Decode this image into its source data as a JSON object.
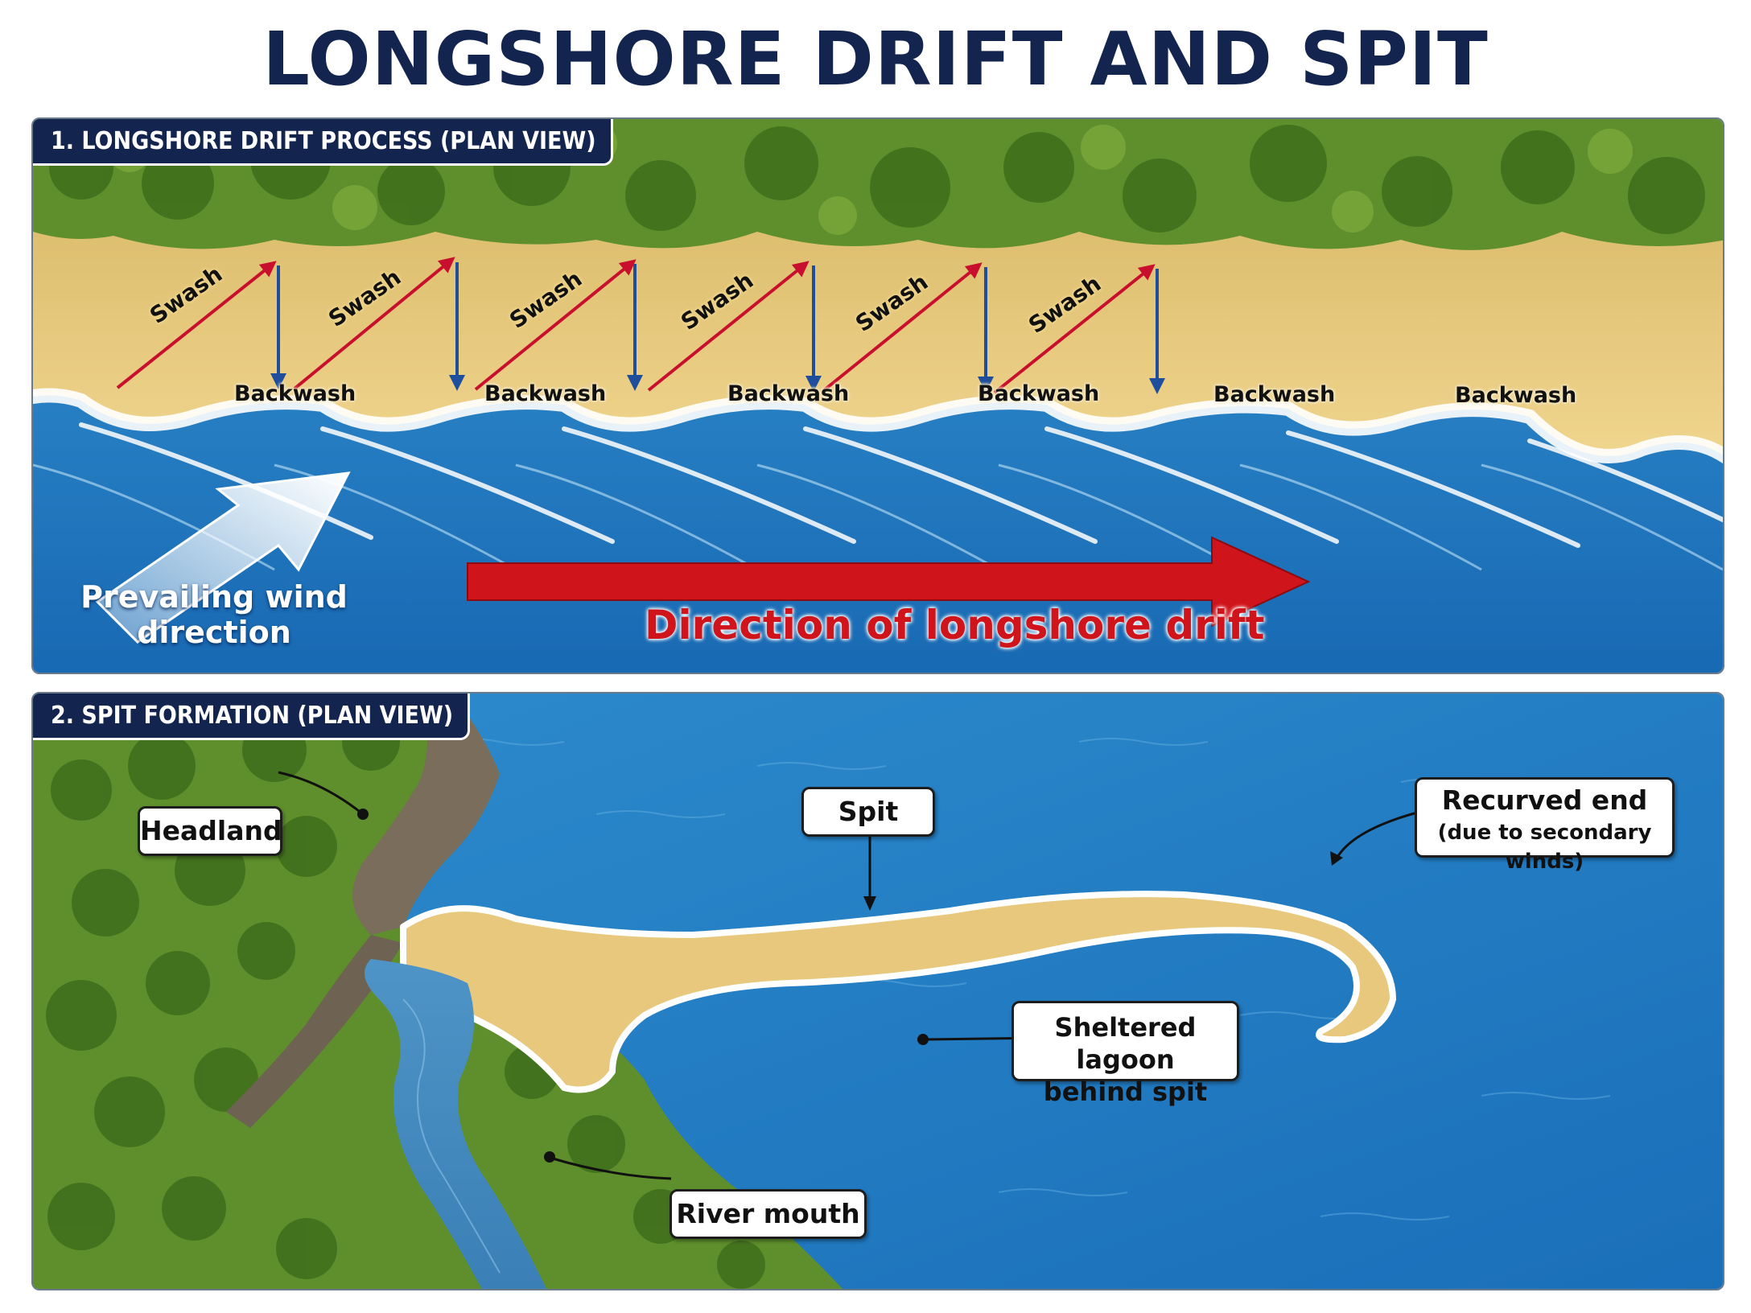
{
  "title": "LONGSHORE DRIFT AND SPIT FORMATION",
  "panel1": {
    "heading": "1. LONGSHORE DRIFT PROCESS (PLAN VIEW)",
    "swash_label": "Swash",
    "backwash_label": "Backwash",
    "wind_label": "Prevailing wind direction",
    "drift_label": "Direction of longshore drift"
  },
  "panel2": {
    "heading": "2. SPIT FORMATION (PLAN VIEW)",
    "headland": "Headland",
    "spit": "Spit",
    "recurved_end": "Recurved end",
    "recurved_end_note": "(due to secondary winds)",
    "lagoon_line1": "Sheltered lagoon",
    "lagoon_line2": "behind spit",
    "river_mouth": "River mouth"
  },
  "colors": {
    "title": "#13244f",
    "swash_arrow": "#c8102e",
    "backwash_arrow": "#1f4e9c",
    "drift_arrow": "#d0141b",
    "sea": "#2d86c6",
    "sand": "#e9c97a",
    "vegetation": "#5e8f2c"
  }
}
